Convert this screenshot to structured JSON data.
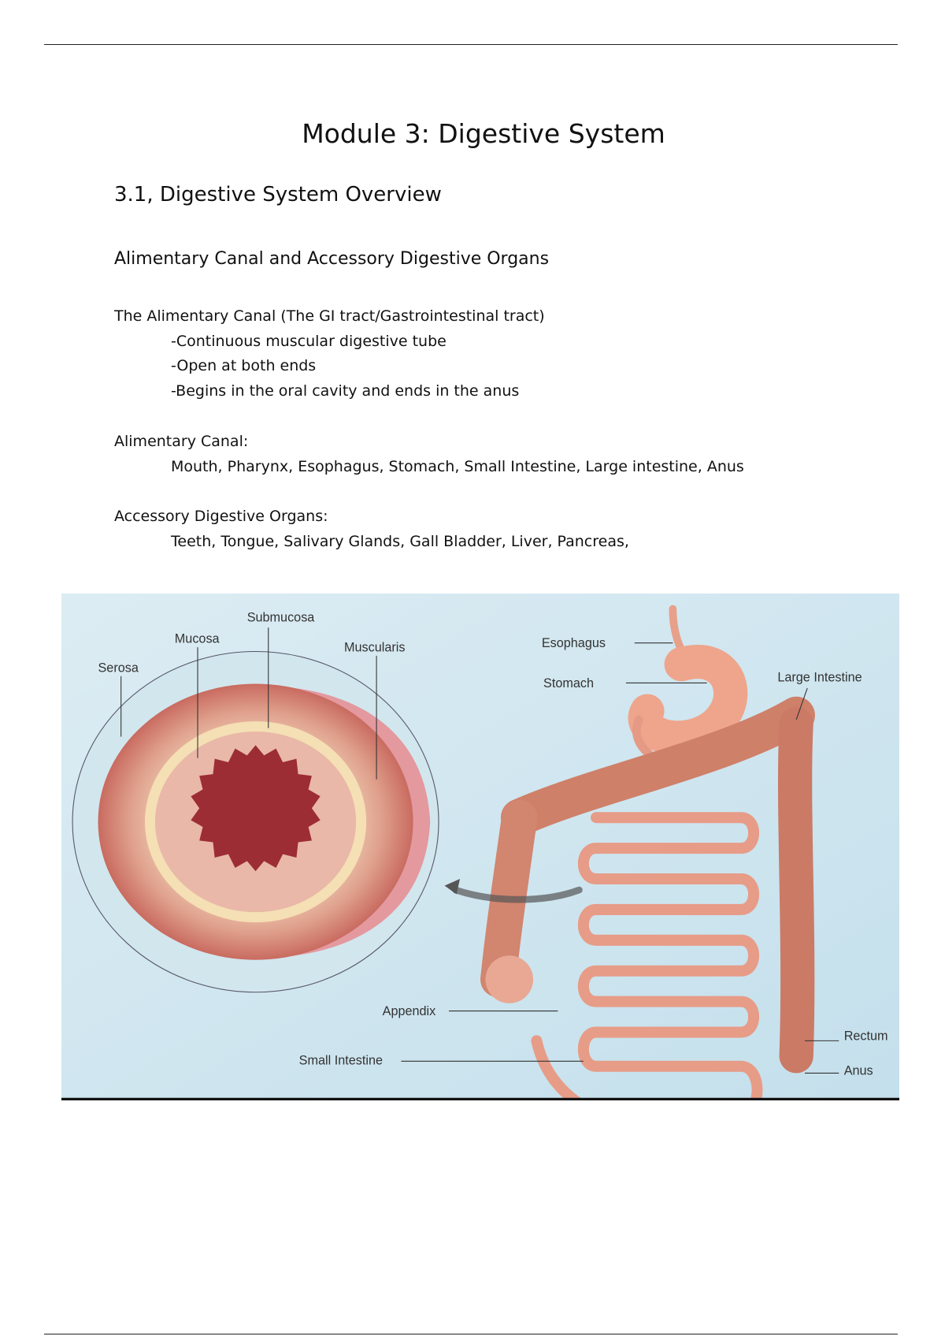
{
  "title": "Module 3: Digestive System",
  "section": "3.1, Digestive System Overview",
  "subheading": "Alimentary Canal and Accessory Digestive Organs",
  "intro": {
    "heading": "The Alimentary Canal (The GI tract/Gastrointestinal tract)",
    "points": [
      "-Continuous muscular digestive tube",
      "-Open at both ends",
      "-Begins in the oral cavity and ends in the anus"
    ]
  },
  "alimentary": {
    "label": "Alimentary Canal:",
    "items": "Mouth, Pharynx, Esophagus, Stomach, Small Intestine, Large intestine, Anus"
  },
  "accessory": {
    "label": "Accessory Digestive Organs:",
    "items": "Teeth, Tongue, Salivary Glands, Gall Bladder, Liver, Pancreas,"
  },
  "figure": {
    "labels": {
      "submucosa": "Submucosa",
      "mucosa": "Mucosa",
      "serosa": "Serosa",
      "muscularis": "Muscularis",
      "esophagus": "Esophagus",
      "stomach": "Stomach",
      "large_intestine": "Large Intestine",
      "appendix": "Appendix",
      "small_intestine": "Small Intestine",
      "rectum": "Rectum",
      "anus": "Anus"
    }
  }
}
